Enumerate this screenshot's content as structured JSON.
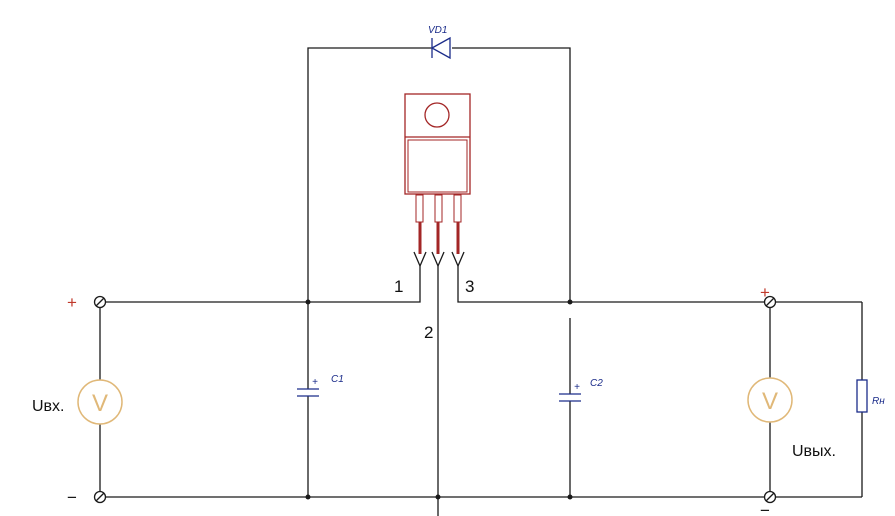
{
  "diagram": {
    "diode": {
      "label": "VD1"
    },
    "regulator": {
      "pins": [
        "1",
        "2",
        "3"
      ]
    },
    "capacitors": [
      {
        "label": "C1",
        "polarity": "+"
      },
      {
        "label": "C2",
        "polarity": "+"
      }
    ],
    "load_resistor": {
      "label": "Rн"
    },
    "input_voltmeter": {
      "label": "Uвх.",
      "symbol": "V"
    },
    "output_voltmeter": {
      "label": "Uвых.",
      "symbol": "V"
    },
    "input_terminals": {
      "plus": "+",
      "minus": "−"
    },
    "output_terminals": {
      "plus": "+",
      "minus": "−"
    }
  },
  "colors": {
    "wire": "#1a1a1a",
    "component": "#1b2c8a",
    "regulator": "#a32626",
    "meter": "#e0b878"
  }
}
